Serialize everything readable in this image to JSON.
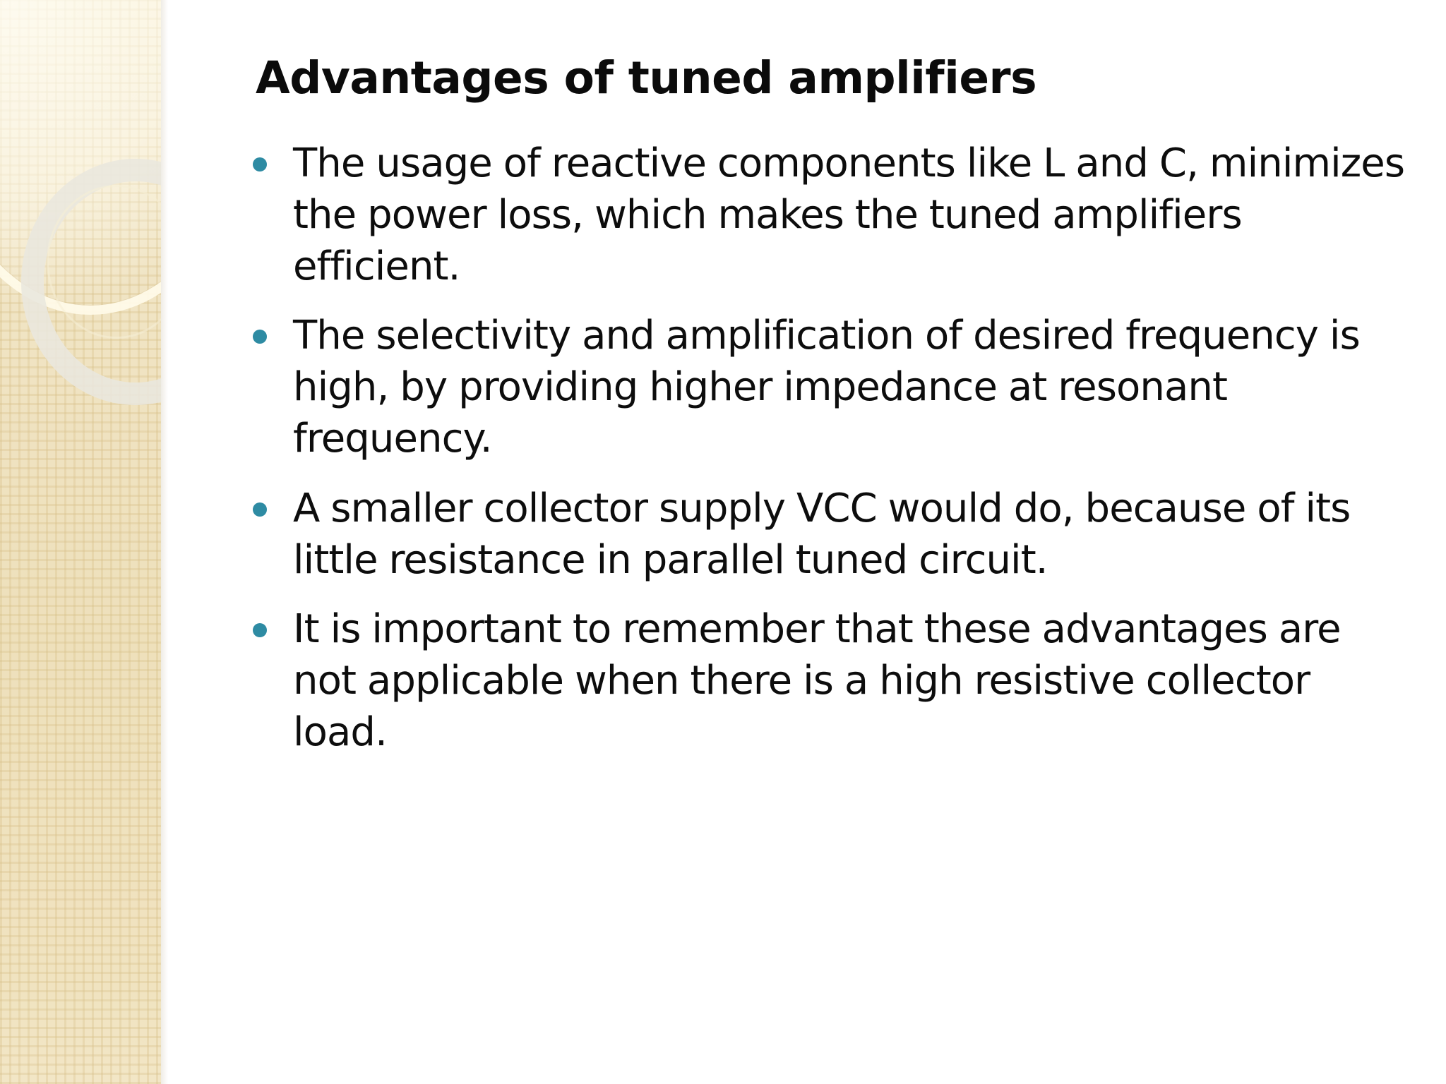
{
  "slide": {
    "title": "Advantages of tuned amplifiers",
    "background_color": "#ffffff",
    "accent_color": "#2e8ba3",
    "text_color": "#0d0d0d",
    "sidebar": {
      "name": "decorative-band",
      "base_color": "#f0e4c4",
      "highlight_color": "#fffbe9",
      "ring_color": "#e9e7de"
    },
    "bullets": [
      {
        "marker": "round-bullet",
        "text": "The usage of reactive components like L and C, minimizes the power loss, which makes the tuned amplifiers efficient."
      },
      {
        "marker": "round-bullet",
        "text": "The selectivity and amplification of desired frequency is high, by providing higher impedance at resonant frequency."
      },
      {
        "marker": "round-bullet",
        "text": "A smaller collector supply VCC would do, because of its little resistance in parallel tuned circuit."
      },
      {
        "marker": "round-bullet",
        "text": "It is important to remember that these advantages are not applicable when there is a high resistive collector load."
      }
    ]
  }
}
